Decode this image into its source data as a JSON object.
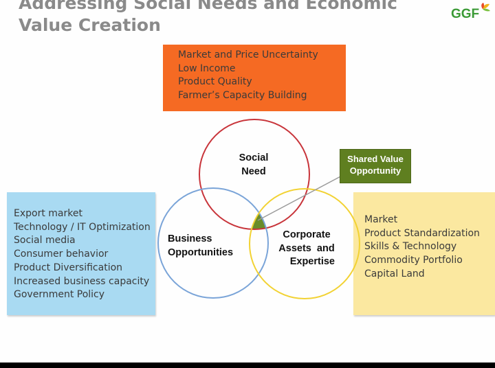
{
  "title": {
    "line1": "Addressing Social Needs and Economic",
    "line2": "Value Creation"
  },
  "logo": {
    "text": "GGF",
    "brand_color": "#3a9a35",
    "accent_colors": [
      "#f0b41e",
      "#e84c2a",
      "#7cc142"
    ]
  },
  "top_box": {
    "items": [
      "Market and Price Uncertainty",
      "Low Income",
      "Product Quality",
      "Farmer’s Capacity Building"
    ],
    "color": "#f56a23"
  },
  "left_box": {
    "items": [
      "Export market",
      "Technology / IT Optimization",
      "Social media",
      "Consumer behavior",
      "Product Diversification",
      "Increased business capacity",
      "Government Policy"
    ],
    "color": "#a9daf2"
  },
  "right_box": {
    "items": [
      "Market",
      "Product Standardization",
      "Skills & Technology",
      "Commodity Portfolio",
      "Capital Land"
    ],
    "color": "#fbe8a0"
  },
  "venn": {
    "social": {
      "line1": "Social",
      "line2": "Need",
      "color": "#c8343a"
    },
    "business": {
      "line1": "Business",
      "line2": "Opportunities",
      "color": "#7aa4d8"
    },
    "corporate": {
      "line1": "Corporate",
      "line2": "Assets  and",
      "line3": "Expertise",
      "color": "#f2d233"
    },
    "intersection_color": "#6a8c2a"
  },
  "callout": {
    "line1": "Shared Value",
    "line2": "Opportunity",
    "color": "#5f7f20"
  }
}
